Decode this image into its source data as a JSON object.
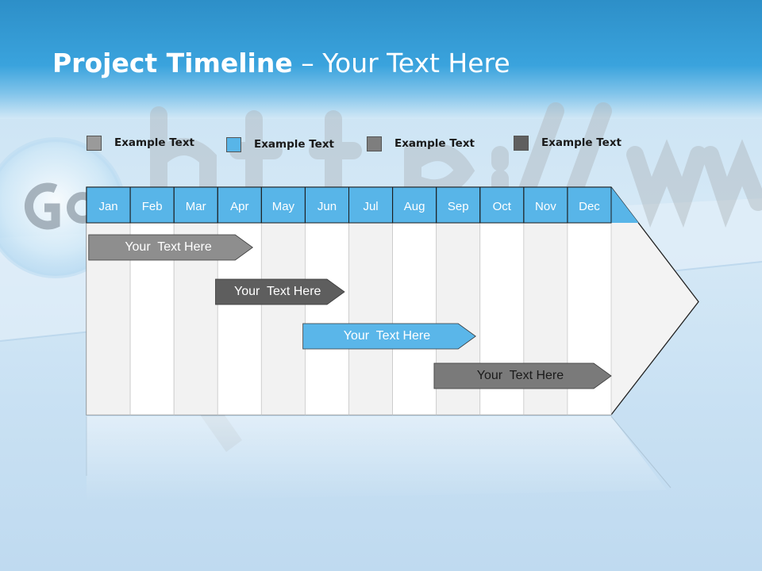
{
  "slide": {
    "title_bold": "Project Timeline",
    "title_rest": " – Your Text Here"
  },
  "legend": [
    {
      "label": "Example Text",
      "color": "#9a9a9a"
    },
    {
      "label": "Example Text",
      "color": "#58b5e8"
    },
    {
      "label": "Example Text",
      "color": "#7e7e7e"
    },
    {
      "label": "Example Text",
      "color": "#5f5f5f"
    }
  ],
  "months": [
    "Jan",
    "Feb",
    "Mar",
    "Apr",
    "May",
    "Jun",
    "Jul",
    "Aug",
    "Sep",
    "Oct",
    "Nov",
    "Dec"
  ],
  "tasks": [
    {
      "label": "Your  Text Here",
      "start_month": 0.05,
      "end_month": 3.8,
      "color": "#8e8e8e",
      "text_color": "#ffffff"
    },
    {
      "label": "Your  Text Here",
      "start_month": 2.95,
      "end_month": 5.9,
      "color": "#5e5e5e",
      "text_color": "#ffffff"
    },
    {
      "label": "Your  Text Here",
      "start_month": 4.95,
      "end_month": 8.9,
      "color": "#5ab6e9",
      "text_color": "#ffffff"
    },
    {
      "label": "Your  Text Here",
      "start_month": 7.95,
      "end_month": 12.0,
      "color": "#7a7a7a",
      "text_color": "#1a1a1a"
    }
  ],
  "colors": {
    "header_blue": "#3aa3dd",
    "month_header": "#58b5e8",
    "col_light": "#f2f2f2",
    "col_white": "#ffffff"
  }
}
